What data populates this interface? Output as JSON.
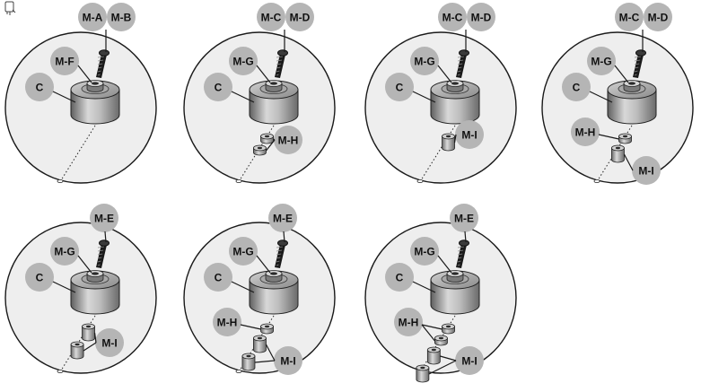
{
  "colors": {
    "background": "#ffffff",
    "scene_fill": "#eeeeee",
    "bubble_fill": "#b5b5b5",
    "outline": "#1a1a1a"
  },
  "icons": {
    "corner": "tablet-hand-icon"
  },
  "panels": [
    {
      "id": "panel-1",
      "labels": {
        "top": [
          "M-A",
          "M-B"
        ],
        "collar": "M-F",
        "body": "C"
      },
      "parts": []
    },
    {
      "id": "panel-2",
      "labels": {
        "top": [
          "M-C",
          "M-D"
        ],
        "collar": "M-G",
        "body": "C",
        "spacer": "M-H"
      },
      "parts": [
        "small-spacer",
        "small-spacer"
      ]
    },
    {
      "id": "panel-3",
      "labels": {
        "top": [
          "M-C",
          "M-D"
        ],
        "collar": "M-G",
        "body": "C",
        "spacer": "M-I"
      },
      "parts": [
        "standoff"
      ]
    },
    {
      "id": "panel-4",
      "labels": {
        "top": [
          "M-C",
          "M-D"
        ],
        "collar": "M-G",
        "body": "C",
        "h": "M-H",
        "i": "M-I"
      },
      "parts": [
        "small-spacer",
        "standoff"
      ]
    },
    {
      "id": "panel-5",
      "labels": {
        "top": [
          "M-E"
        ],
        "collar": "M-G",
        "body": "C",
        "spacer": "M-I"
      },
      "parts": [
        "standoff",
        "standoff"
      ]
    },
    {
      "id": "panel-6",
      "labels": {
        "top": [
          "M-E"
        ],
        "collar": "M-G",
        "body": "C",
        "h": "M-H",
        "i": "M-I"
      },
      "parts": [
        "small-spacer",
        "standoff",
        "standoff"
      ]
    },
    {
      "id": "panel-7",
      "labels": {
        "top": [
          "M-E"
        ],
        "collar": "M-G",
        "body": "C",
        "h": "M-H",
        "i": "M-I"
      },
      "parts": [
        "small-spacer",
        "small-spacer",
        "standoff",
        "standoff"
      ]
    }
  ]
}
